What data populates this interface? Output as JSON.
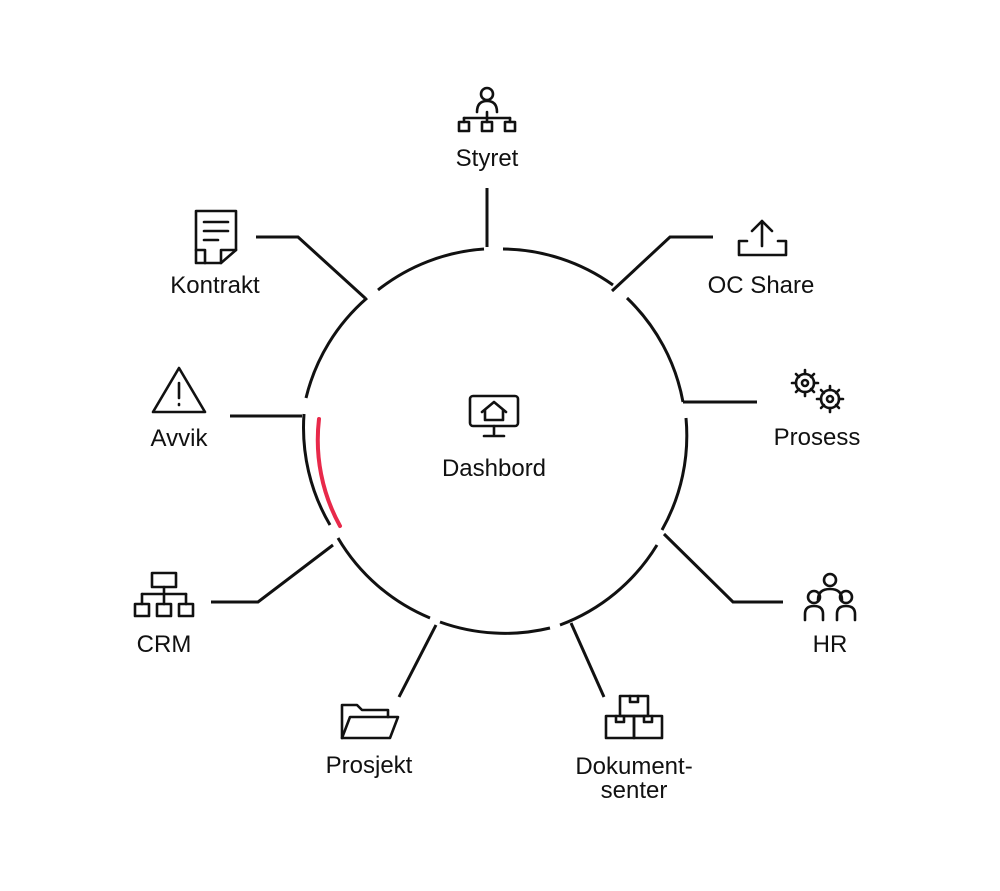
{
  "center": {
    "label": "Dashbord",
    "icon": "monitor-home-icon"
  },
  "nodes": [
    {
      "id": "styret",
      "label": "Styret",
      "icon": "org-chart-person-icon"
    },
    {
      "id": "oc-share",
      "label": "OC Share",
      "icon": "share-upload-icon"
    },
    {
      "id": "prosess",
      "label": "Prosess",
      "icon": "gears-icon"
    },
    {
      "id": "hr",
      "label": "HR",
      "icon": "people-group-icon"
    },
    {
      "id": "dokumentsenter",
      "label": [
        "Dokument-",
        "senter"
      ],
      "icon": "stacked-boxes-icon"
    },
    {
      "id": "prosjekt",
      "label": "Prosjekt",
      "icon": "folder-open-icon"
    },
    {
      "id": "crm",
      "label": "CRM",
      "icon": "hierarchy-icon"
    },
    {
      "id": "avvik",
      "label": "Avvik",
      "icon": "warning-triangle-icon"
    },
    {
      "id": "kontrakt",
      "label": "Kontrakt",
      "icon": "document-icon"
    }
  ],
  "colors": {
    "line": "#111111",
    "accent": "#e8294a",
    "background": "#ffffff"
  }
}
